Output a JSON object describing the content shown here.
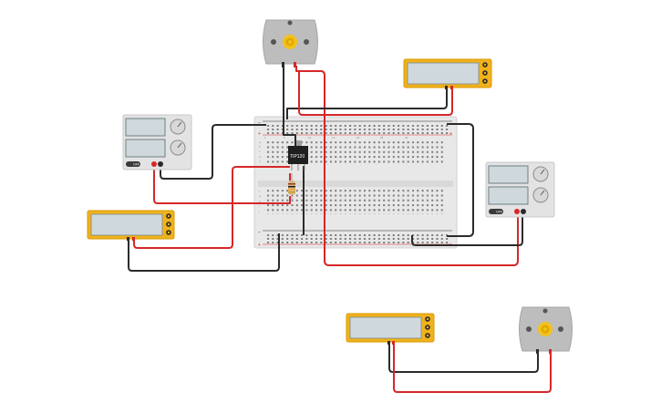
{
  "canvas": {
    "background": "#ffffff"
  },
  "colors": {
    "wire_red": "#d62728",
    "wire_black": "#2b2b2b",
    "multimeter_body": "#f0b21c",
    "lcd": "#cfd8dc",
    "breadboard": "#e6e6e6",
    "motor_body": "#bdbdbd",
    "motor_gear": "#f2c21b"
  },
  "breadboard": {
    "column_numbers": [
      "1",
      "5",
      "10",
      "15",
      "20",
      "25",
      "30"
    ],
    "row_letters_top": [
      "a",
      "b",
      "c",
      "d",
      "e"
    ],
    "row_letters_bottom": [
      "f",
      "g",
      "h",
      "i",
      "j"
    ],
    "rail_plus": "+",
    "rail_minus": "−"
  },
  "components": {
    "transistor": {
      "label": "TIP120",
      "icon": "transistor-icon"
    },
    "resistor": {
      "icon": "resistor-icon"
    },
    "motors": [
      {
        "id": "motor-top",
        "icon": "dc-motor-icon"
      },
      {
        "id": "motor-bottom",
        "icon": "dc-motor-icon"
      }
    ],
    "multimeters": [
      {
        "id": "multimeter-top-right",
        "reading": ""
      },
      {
        "id": "multimeter-left",
        "reading": ""
      },
      {
        "id": "multimeter-bottom",
        "reading": ""
      }
    ],
    "power_supplies": [
      {
        "id": "power-supply-left",
        "switch_label": "OFF"
      },
      {
        "id": "power-supply-right",
        "switch_label": "OFF"
      }
    ]
  }
}
